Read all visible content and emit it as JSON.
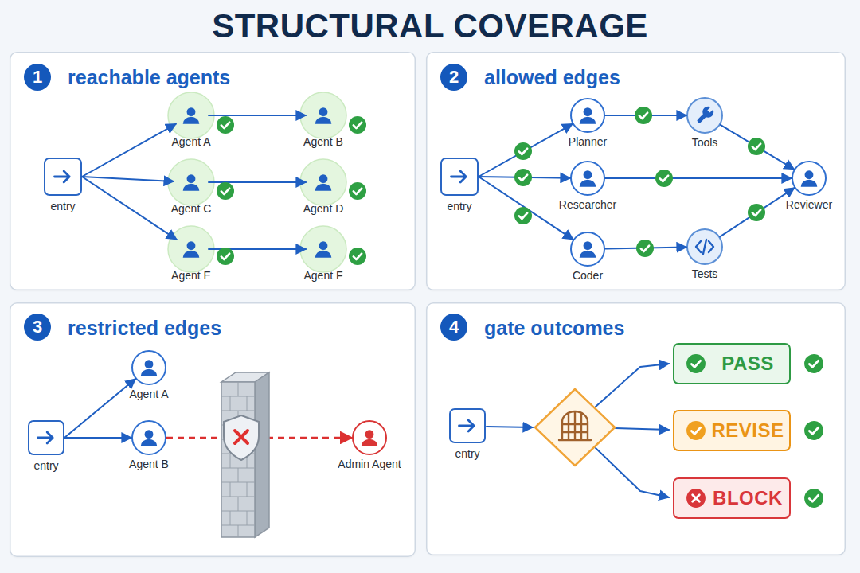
{
  "diagram": {
    "title": "STRUCTURAL COVERAGE",
    "nodes": [
      {
        "text": [
          "reachable agents"
        ]
      },
      {
        "text": [
          "1"
        ],
        "in": 0
      },
      {
        "text": [
          "entry"
        ],
        "in": 0
      },
      {
        "text": [
          "Agent A"
        ],
        "in": 0
      },
      {
        "text": [
          "Agent B"
        ],
        "in": 0
      },
      {
        "text": [
          "Agent C"
        ],
        "in": 0
      },
      {
        "text": [
          "Agent D"
        ],
        "in": 0
      },
      {
        "text": [
          "Agent E"
        ],
        "in": 0
      },
      {
        "text": [
          "Agent F"
        ],
        "in": 0
      },
      {
        "text": [
          "allowed edges"
        ]
      },
      {
        "text": [
          "2"
        ],
        "in": 9
      },
      {
        "text": [
          "entry"
        ],
        "in": 9
      },
      {
        "text": [
          "Planner"
        ],
        "in": 9
      },
      {
        "text": [
          "Tools"
        ],
        "in": 9
      },
      {
        "text": [
          "Researcher"
        ],
        "in": 9
      },
      {
        "text": [
          "Coder"
        ],
        "in": 9
      },
      {
        "text": [
          "Tests"
        ],
        "in": 9
      },
      {
        "text": [
          "Reviewer"
        ],
        "in": 9
      },
      {
        "text": [
          "restricted edges"
        ]
      },
      {
        "text": [
          "3"
        ],
        "in": 18
      },
      {
        "text": [
          "entry"
        ],
        "in": 18
      },
      {
        "text": [
          "Agent A"
        ],
        "in": 18
      },
      {
        "text": [
          "Agent B"
        ],
        "in": 18
      },
      {
        "text": [
          "Admin Agent"
        ],
        "in": 18
      },
      {
        "text": [
          "gate outcomes"
        ]
      },
      {
        "text": [
          "4"
        ],
        "in": 24
      },
      {
        "text": [
          "entry"
        ],
        "in": 24
      },
      {
        "text": [
          "PASS"
        ],
        "in": 24
      },
      {
        "text": [
          "REVISE"
        ],
        "in": 24
      },
      {
        "text": [
          "BLOCK"
        ],
        "in": 24
      }
    ],
    "edges": [
      {
        "from": 2,
        "to": 3,
        "arrow": "to"
      },
      {
        "from": 2,
        "to": 5,
        "arrow": "to"
      },
      {
        "from": 2,
        "to": 7,
        "arrow": "to"
      },
      {
        "from": 3,
        "to": 4,
        "arrow": "to"
      },
      {
        "from": 5,
        "to": 6,
        "arrow": "to"
      },
      {
        "from": 7,
        "to": 8,
        "arrow": "to"
      },
      {
        "from": 11,
        "to": 12,
        "arrow": "to"
      },
      {
        "from": 11,
        "to": 14,
        "arrow": "to"
      },
      {
        "from": 11,
        "to": 15,
        "arrow": "to"
      },
      {
        "from": 12,
        "to": 13,
        "arrow": "to"
      },
      {
        "from": 14,
        "to": 17,
        "arrow": "to"
      },
      {
        "from": 15,
        "to": 16,
        "arrow": "to"
      },
      {
        "from": 13,
        "to": 17,
        "arrow": "to"
      },
      {
        "from": 16,
        "to": 17,
        "arrow": "to"
      },
      {
        "from": 20,
        "to": 21,
        "arrow": "to"
      },
      {
        "from": 20,
        "to": 22,
        "arrow": "to"
      },
      {
        "from": 22,
        "to": 23,
        "arrow": "to"
      }
    ]
  }
}
